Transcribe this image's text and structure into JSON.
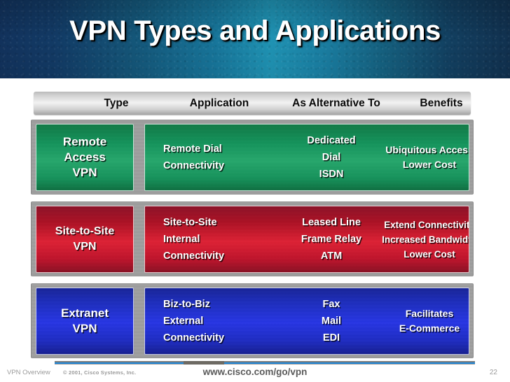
{
  "slide": {
    "title": "VPN Types and Applications",
    "page_number": "22"
  },
  "table": {
    "headers": {
      "type": "Type",
      "application": "Application",
      "alternative": "As Alternative To",
      "benefits": "Benefits"
    },
    "rows": [
      {
        "color": "#17a063",
        "color_name": "green",
        "type_lines": [
          "Remote",
          "Access",
          "VPN"
        ],
        "application_lines": [
          "Remote Dial",
          "Connectivity"
        ],
        "alternative_lines": [
          "Dedicated",
          "Dial",
          "ISDN"
        ],
        "benefits_lines": [
          "Ubiquitous Access",
          "Lower Cost"
        ]
      },
      {
        "color": "#d01c30",
        "color_name": "red",
        "type_lines": [
          "Site-to-Site",
          "VPN"
        ],
        "application_lines": [
          "Site-to-Site",
          "Internal",
          "Connectivity"
        ],
        "alternative_lines": [
          "Leased Line",
          "Frame Relay",
          "ATM"
        ],
        "benefits_lines": [
          "Extend Connectivity",
          "Increased Bandwidth",
          "Lower Cost"
        ]
      },
      {
        "color": "#2231dd",
        "color_name": "blue",
        "type_lines": [
          "Extranet",
          "VPN"
        ],
        "application_lines": [
          "Biz-to-Biz",
          "External",
          "Connectivity"
        ],
        "alternative_lines": [
          "Fax",
          "Mail",
          "EDI"
        ],
        "benefits_lines": [
          "Facilitates",
          "E-Commerce"
        ]
      }
    ]
  },
  "footer": {
    "deck_name": "VPN Overview",
    "copyright": "© 2001, Cisco Systems, Inc.",
    "url": "www.cisco.com/go/vpn",
    "page_number": "22"
  },
  "colors": {
    "banner_dark": "#12325c",
    "banner_light": "#1f93b4",
    "green": "#17a063",
    "red": "#d01c30",
    "blue": "#2231dd",
    "footer_rule": "#1c86d8"
  }
}
